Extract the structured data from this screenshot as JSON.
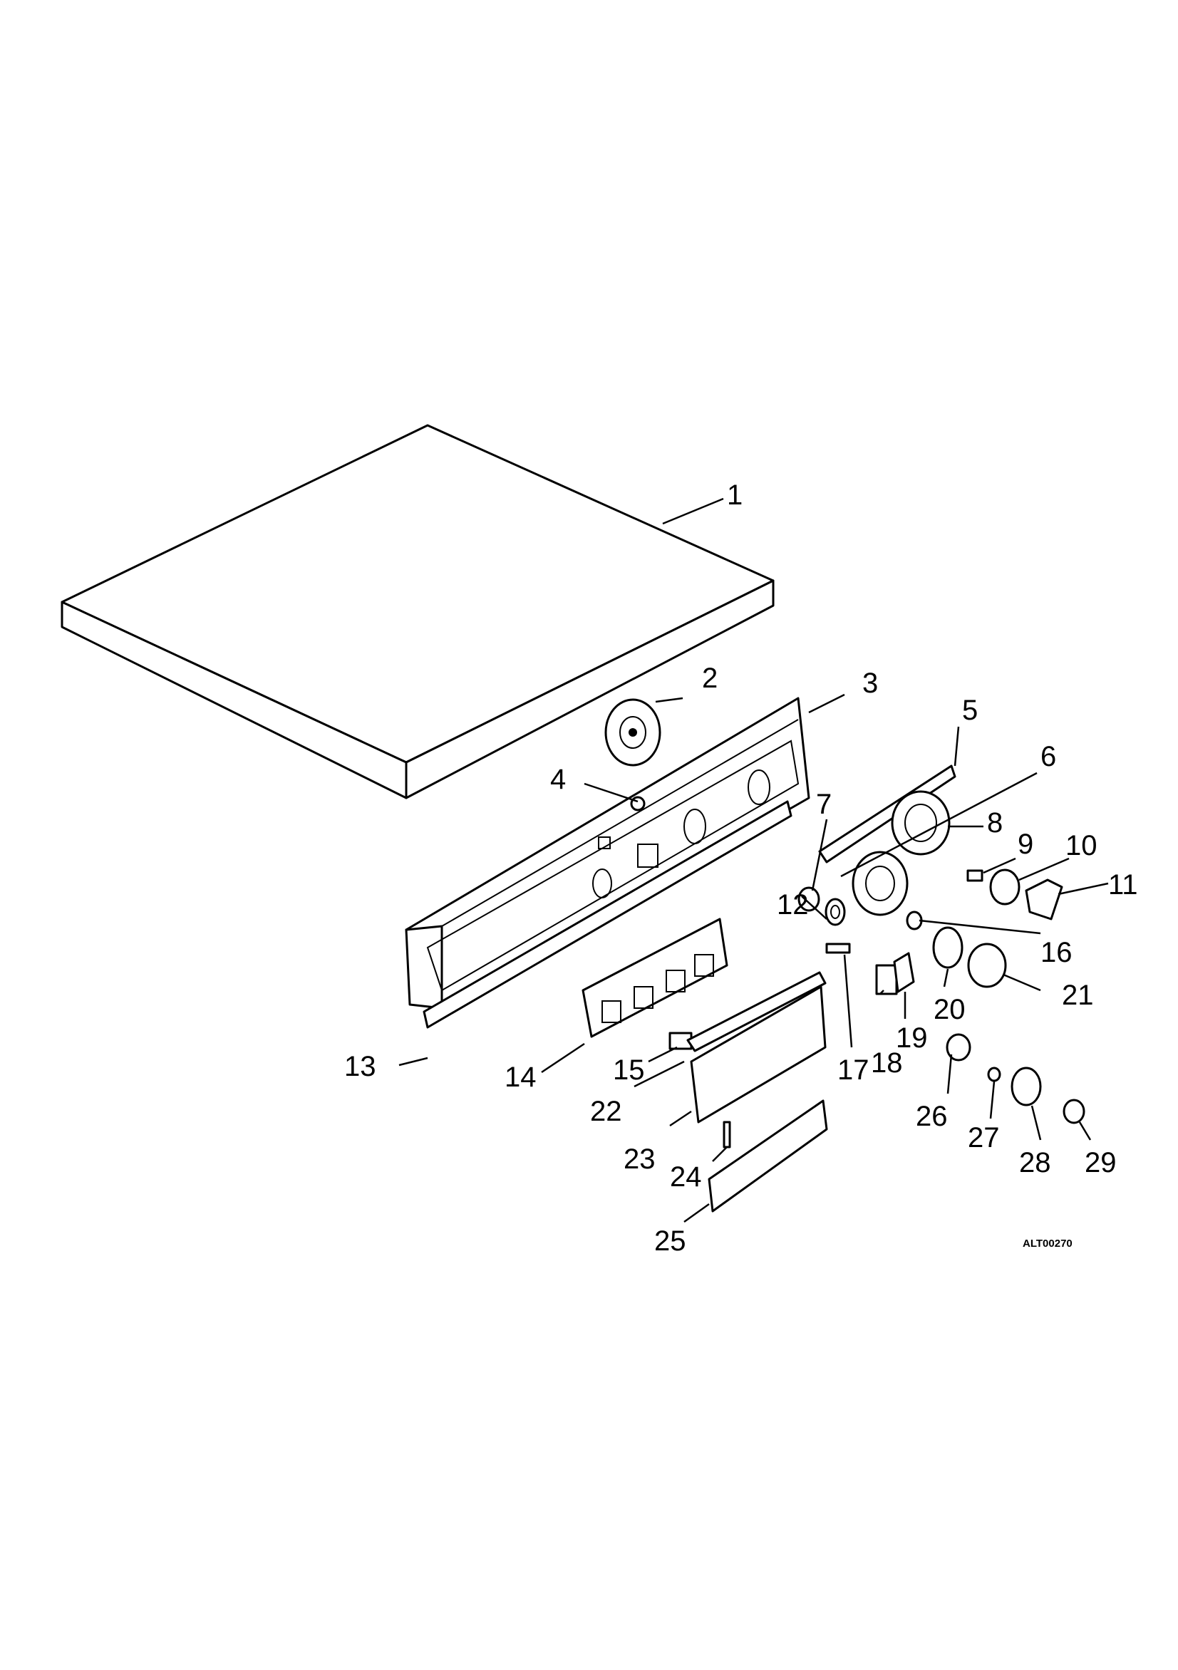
{
  "diagram": {
    "code": "ALT00270",
    "callouts": [
      "1",
      "2",
      "3",
      "4",
      "5",
      "6",
      "7",
      "8",
      "9",
      "10",
      "11",
      "12",
      "13",
      "14",
      "15",
      "16",
      "17",
      "18",
      "19",
      "20",
      "21",
      "22",
      "23",
      "24",
      "25",
      "26",
      "27",
      "28",
      "29"
    ]
  }
}
